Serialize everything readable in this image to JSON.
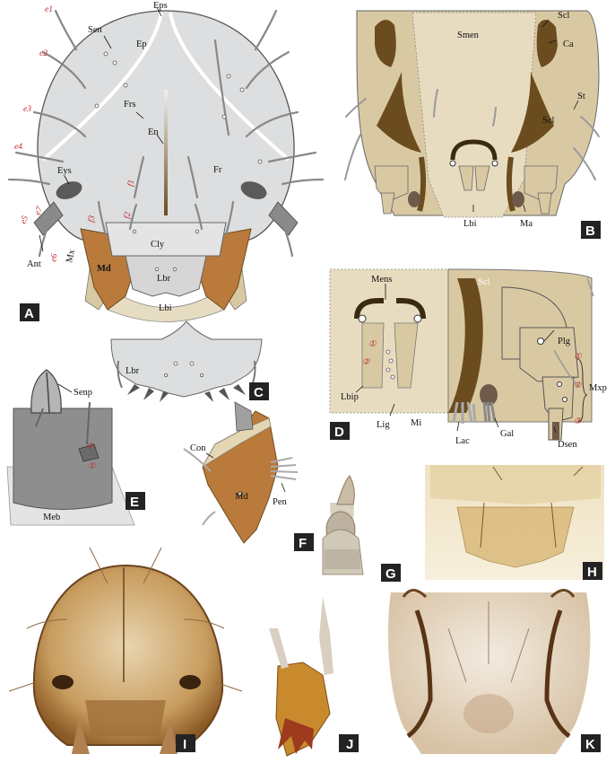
{
  "panels": [
    "A",
    "B",
    "C",
    "D",
    "E",
    "F",
    "G",
    "H",
    "I",
    "J",
    "K"
  ],
  "panel_a": {
    "labels": {
      "eps": "Eps",
      "sen": "Sen",
      "ep": "Ep",
      "frs": "Frs",
      "en": "En",
      "fr": "Fr",
      "eys": "Eys",
      "cly": "Cly",
      "md": "Md",
      "lbr": "Lbr",
      "lbi": "Lbi",
      "mx": "Mx",
      "ant": "Ant"
    },
    "setae": {
      "e1": "e1",
      "e2": "e2",
      "e3": "e3",
      "e4": "e4",
      "e5": "e5",
      "e6": "e6",
      "e7": "e7",
      "f1": "f1",
      "f2": "f2",
      "f3": "f3"
    }
  },
  "panel_b": {
    "labels": {
      "smen": "Smen",
      "scl_top": "Scl",
      "ca": "Ca",
      "st": "St",
      "scl_mid": "Scl",
      "lbi": "Lbi",
      "ma": "Ma"
    }
  },
  "panel_c": {
    "labels": {
      "lbr": "Lbr"
    }
  },
  "panel_d": {
    "labels": {
      "mens": "Mens",
      "scl": "Scl",
      "plg": "Plg",
      "lbip": "Lbip",
      "lig": "Lig",
      "mi": "Mi",
      "lac": "Lac",
      "gal": "Gal",
      "mxp": "Mxp",
      "dsen": "Dsen"
    },
    "segments": {
      "s1": "①",
      "s2": "②",
      "s3": "③",
      "p1": "①",
      "p2": "②"
    }
  },
  "panel_e": {
    "labels": {
      "senp": "Senp",
      "meb": "Meb",
      "seg1": "①",
      "seg2": "②"
    }
  },
  "panel_f": {
    "labels": {
      "con": "Con",
      "md": "Md",
      "pen": "Pen"
    }
  },
  "colors": {
    "head": "#dcdedf",
    "mandible": "#b97a3c",
    "tan": "#d9c9a3",
    "sclerite": "#6b4c1e",
    "label_bg": "#232323",
    "seta_label": "#c0282c"
  }
}
